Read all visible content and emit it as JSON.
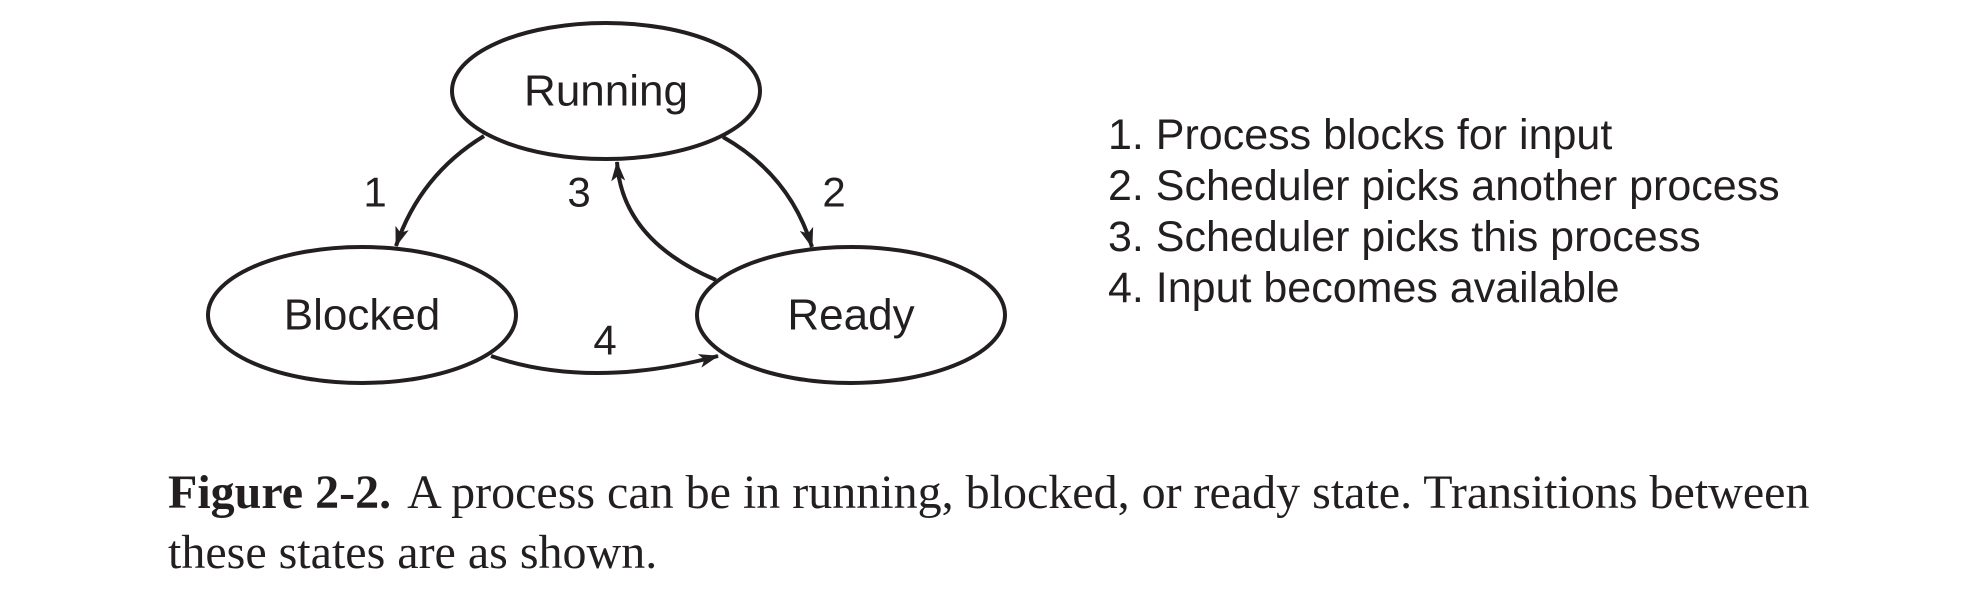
{
  "diagram": {
    "states": [
      {
        "id": "running",
        "label": "Running"
      },
      {
        "id": "blocked",
        "label": "Blocked"
      },
      {
        "id": "ready",
        "label": "Ready"
      }
    ],
    "transitions": [
      {
        "number": "1",
        "from": "running",
        "to": "blocked"
      },
      {
        "number": "2",
        "from": "running",
        "to": "ready"
      },
      {
        "number": "3",
        "from": "ready",
        "to": "running"
      },
      {
        "number": "4",
        "from": "blocked",
        "to": "ready"
      }
    ]
  },
  "legend": {
    "items": [
      "1. Process blocks for input",
      "2. Scheduler picks another process",
      "3. Scheduler picks this process",
      "4. Input becomes available"
    ]
  },
  "caption": {
    "figure_number": "Figure 2-2.",
    "text": "A process can be in running, blocked, or ready state. Transitions between these states are as shown."
  },
  "colors": {
    "ink": "#231f20",
    "background": "#ffffff"
  }
}
